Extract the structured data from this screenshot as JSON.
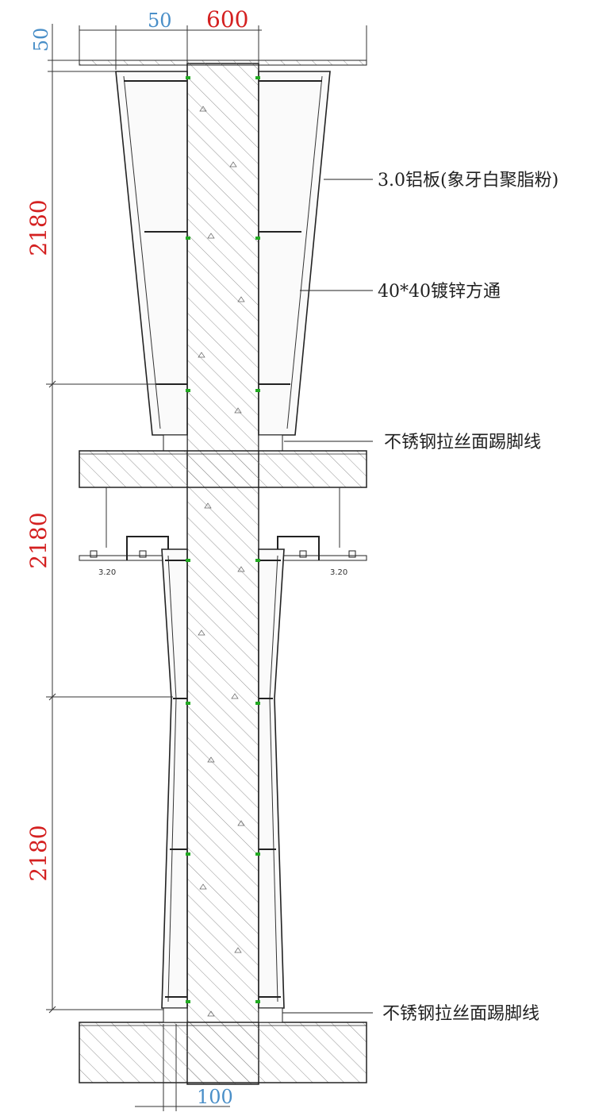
{
  "dimensions": {
    "top_offset": "50",
    "top_gap": "50",
    "column_width": "600",
    "segment_heights": [
      "2180",
      "2180",
      "2180"
    ],
    "bottom_gap": "100",
    "ceiling_level_left": "3.20",
    "ceiling_level_right": "3.20"
  },
  "callouts": {
    "aluminum_panel": "3.0铝板(象牙白聚脂粉)",
    "steel_tube": "40*40镀锌方通",
    "skirting_upper": "不锈钢拉丝面踢脚线",
    "skirting_lower": "不锈钢拉丝面踢脚线"
  },
  "colors": {
    "dimension_red": "#d42020",
    "dimension_blue": "#4a8fc8",
    "anchor_green": "#22aa22",
    "line": "#222222"
  }
}
